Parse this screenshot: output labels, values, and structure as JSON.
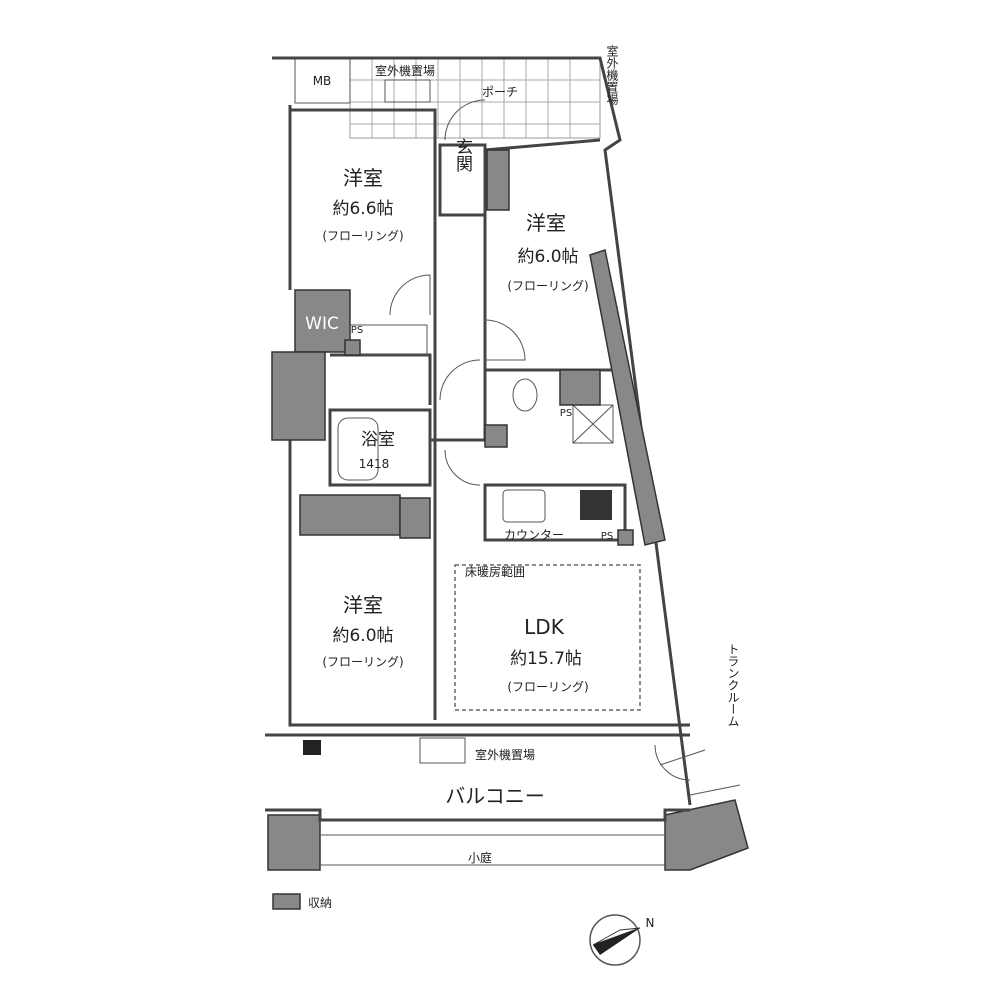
{
  "title": "間取り図",
  "labels": {
    "mb": "MB",
    "outdoor_unit_top": "室外機置場",
    "porch": "ポーチ",
    "outdoor_unit_right": "室外機置場",
    "entrance": "玄関",
    "room1": {
      "name": "洋室",
      "size": "約6.6帖",
      "floor": "(フローリング)"
    },
    "room2": {
      "name": "洋室",
      "size": "約6.0帖",
      "floor": "(フローリング)"
    },
    "room3": {
      "name": "洋室",
      "size": "約6.0帖",
      "floor": "(フローリング)"
    },
    "ldk": {
      "name": "LDK",
      "size": "約15.7帖",
      "floor": "(フローリング)"
    },
    "wic": "WIC",
    "ps": "PS",
    "bath": "浴室",
    "bath_size": "1418",
    "counter": "カウンター",
    "floor_heating": "床暖房範囲",
    "outdoor_unit_balcony": "室外機置場",
    "trunk_room": "トランクルーム",
    "balcony": "バルコニー",
    "small_garden": "小庭"
  },
  "legend": {
    "storage": "収納",
    "storage_color": "#888888"
  },
  "compass": {
    "north_label": "N"
  }
}
